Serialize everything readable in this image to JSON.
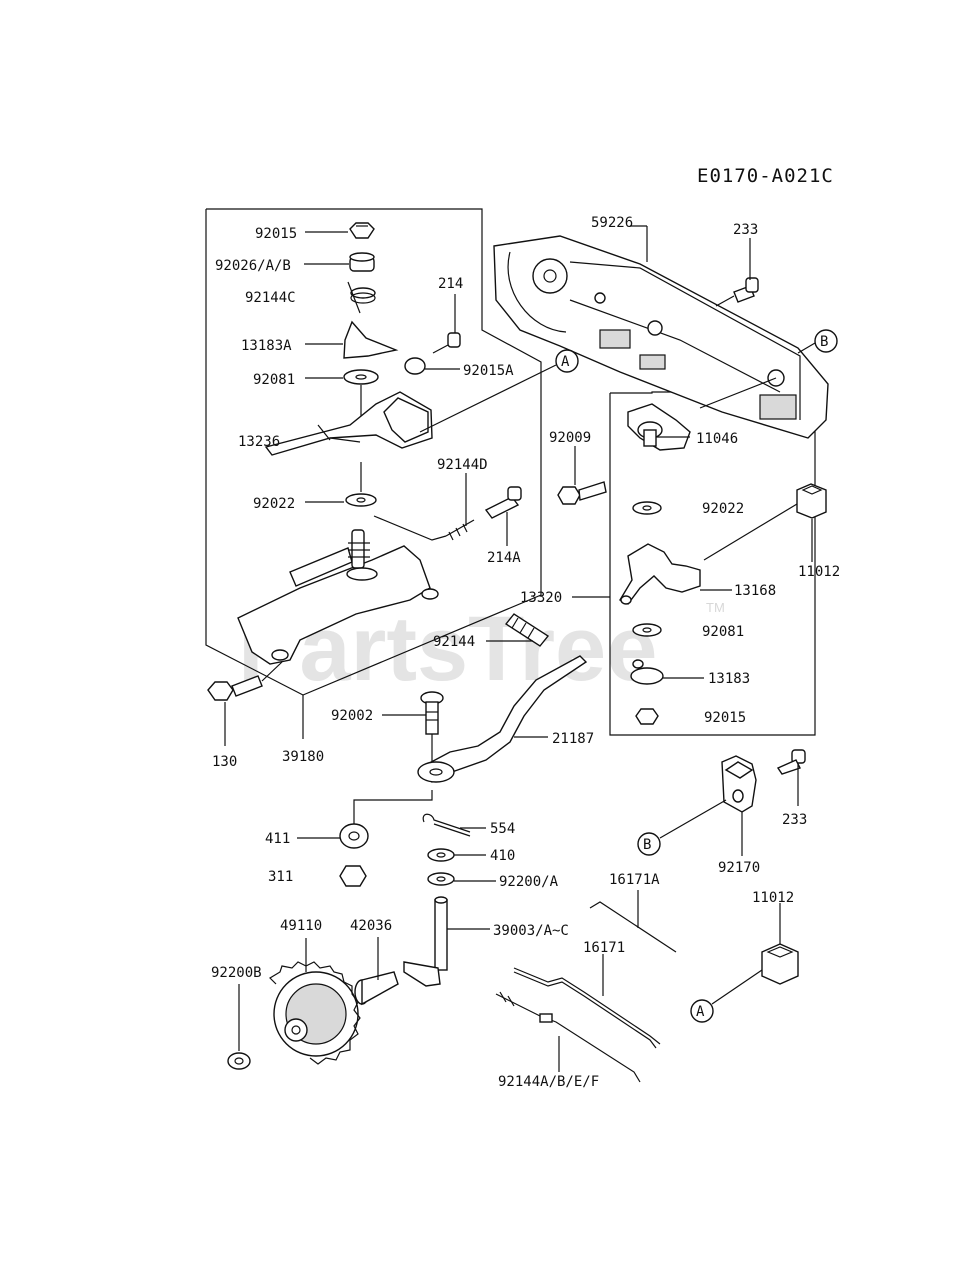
{
  "diagram_code": "E0170-A021C",
  "watermark": {
    "brand": "PartsTree",
    "tm": "TM"
  },
  "labels": {
    "p92015": "92015",
    "p92026ab": "92026/A/B",
    "p92144c": "92144C",
    "p13183a": "13183A",
    "p214": "214",
    "p92015a": "92015A",
    "p92081": "92081",
    "p13236": "13236",
    "p92144d": "92144D",
    "p92022": "92022",
    "p214a": "214A",
    "p130": "130",
    "p39180": "39180",
    "p59226": "59226",
    "p233": "233",
    "p92009": "92009",
    "p11046": "11046",
    "p92022r": "92022",
    "p11012": "11012",
    "p13320": "13320",
    "p13168": "13168",
    "p92144": "92144",
    "p92081r": "92081",
    "p13183": "13183",
    "p92015r": "92015",
    "p92002": "92002",
    "p21187": "21187",
    "p411": "411",
    "p554": "554",
    "p410": "410",
    "p311": "311",
    "p92200a": "92200/A",
    "p233b": "233",
    "p92170": "92170",
    "p16171a": "16171A",
    "p11012b": "11012",
    "p49110": "49110",
    "p42036": "42036",
    "p39003": "39003/A~C",
    "p16171": "16171",
    "p92200b": "92200B",
    "p92144abef": "92144A/B/E/F"
  },
  "callouts": {
    "a": "A",
    "b": "B"
  }
}
